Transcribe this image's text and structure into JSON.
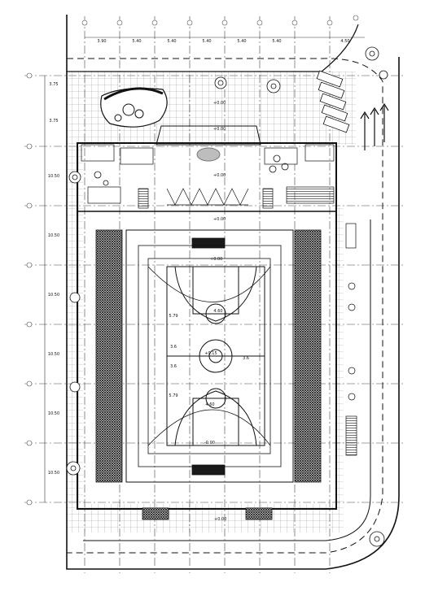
{
  "drawing": {
    "type": "architectural floor plan - indoor basketball arena",
    "line_color": "#111111",
    "grid_color": "#9a9a9a",
    "hatch_color": "#222222"
  },
  "dimensions": {
    "top": [
      "3.90",
      "5.40",
      "5.40",
      "5.40",
      "5.40",
      "5.40",
      "4.50"
    ],
    "left": [
      "3.75",
      "3.75",
      "10.50",
      "10.50",
      "10.50",
      "10.50",
      "10.50",
      "10.50"
    ]
  },
  "elevations": {
    "plaza_top": "+0.00",
    "lobby_1": "+0.00",
    "lobby_2": "+0.00",
    "arena_entry": "+0.00",
    "court_top": "+0.00",
    "court_bottom": "-0.00",
    "south": "+0.00"
  },
  "court_labels": {
    "center": "+0.15",
    "left_top": "5.79",
    "left_mid_1": "3.6",
    "left_mid_2": "3.6",
    "right_mid": "3.6",
    "left_bot": "5.79",
    "key_top": "4.60",
    "key_bot": "4.60"
  },
  "icons": [
    "tree-icon",
    "shrub-icon",
    "stair-icon",
    "arrow-icon",
    "table-icon"
  ]
}
